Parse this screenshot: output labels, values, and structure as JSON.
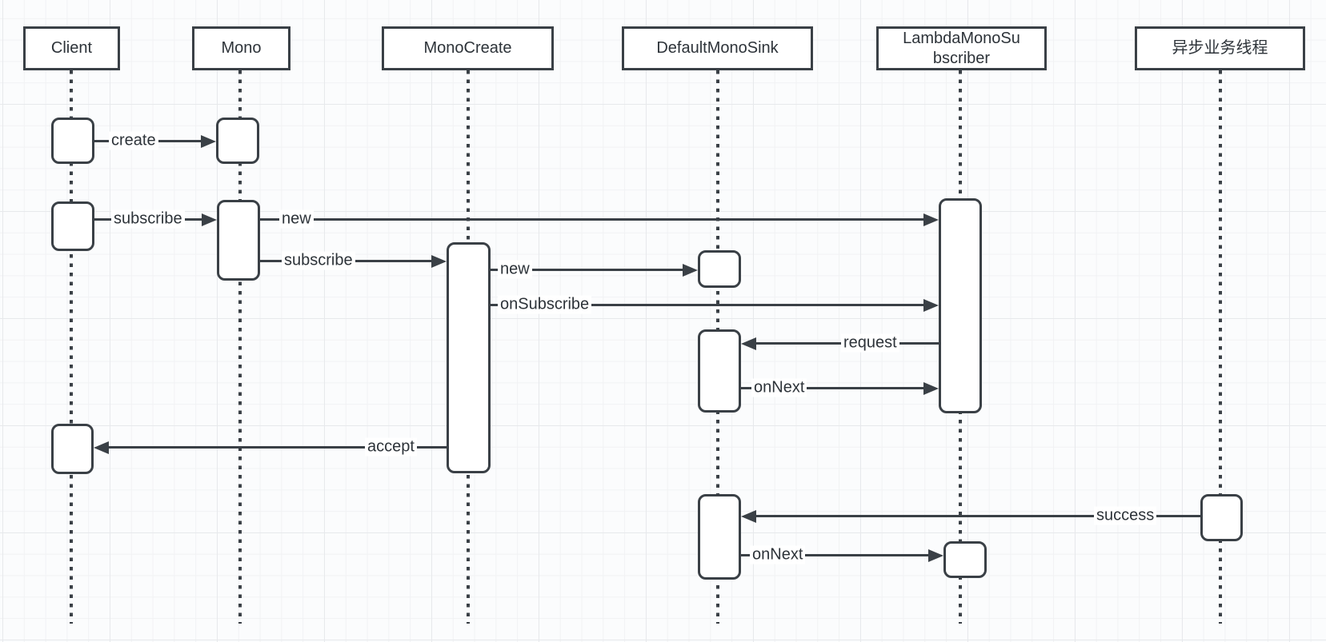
{
  "diagram": {
    "type": "uml-sequence",
    "participants": [
      {
        "name": "Client"
      },
      {
        "name": "Mono"
      },
      {
        "name": "MonoCreate"
      },
      {
        "name": "DefaultMonoSink"
      },
      {
        "name": "LambdaMonoSu\nbscriber"
      },
      {
        "name": "异步业务线程"
      }
    ],
    "messages": [
      {
        "label": "create",
        "from": "Client",
        "to": "Mono"
      },
      {
        "label": "subscribe",
        "from": "Client",
        "to": "Mono"
      },
      {
        "label": "new",
        "from": "Mono",
        "to": "LambdaMonoSubscriber"
      },
      {
        "label": "subscribe",
        "from": "Mono",
        "to": "MonoCreate"
      },
      {
        "label": "new",
        "from": "MonoCreate",
        "to": "DefaultMonoSink"
      },
      {
        "label": "onSubscribe",
        "from": "MonoCreate",
        "to": "LambdaMonoSubscriber"
      },
      {
        "label": "request",
        "from": "LambdaMonoSubscriber",
        "to": "DefaultMonoSink"
      },
      {
        "label": "onNext",
        "from": "DefaultMonoSink",
        "to": "LambdaMonoSubscriber"
      },
      {
        "label": "accept",
        "from": "MonoCreate",
        "to": "Client"
      },
      {
        "label": "success",
        "from": "异步业务线程",
        "to": "DefaultMonoSink"
      },
      {
        "label": "onNext",
        "from": "DefaultMonoSink",
        "to": "LambdaMonoSubscriber"
      }
    ],
    "colors": {
      "stroke": "#3a4046",
      "text": "#2d3339",
      "shape_fill": "#ffffff",
      "canvas_bg": "#fbfcfd",
      "grid_line": "#e7e9ec"
    }
  }
}
